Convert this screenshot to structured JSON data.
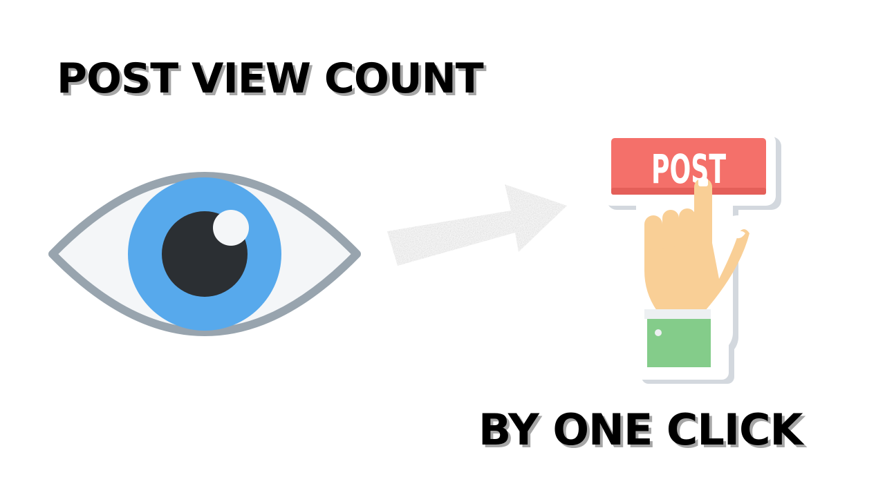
{
  "title": "POST VIEW COUNT",
  "subtitle": "BY ONE CLICK",
  "post_button": {
    "label": "POST"
  },
  "icons": {
    "eye": "eye-icon",
    "arrow": "arrow-right-icon",
    "hand": "pointing-hand-icon"
  },
  "colors": {
    "iris": "#57a9ec",
    "pupil": "#2b2f33",
    "eye_outline": "#98a4ae",
    "sclera": "#f4f6f8",
    "post_button": "#f4706a",
    "skin": "#f9cf96",
    "sleeve": "#84cc8a",
    "cuff": "#edf0f2"
  }
}
